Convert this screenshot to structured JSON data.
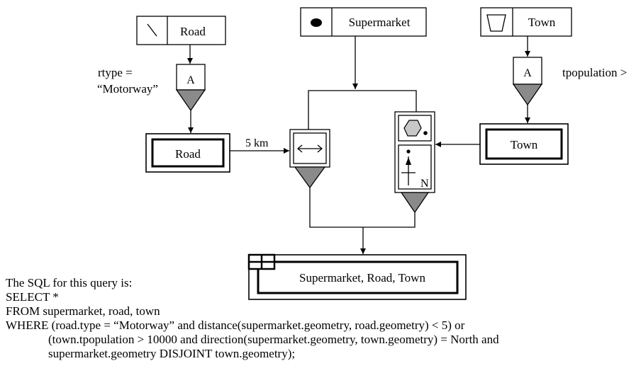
{
  "sources": {
    "road": "Road",
    "supermarket": "Supermarket",
    "town": "Town"
  },
  "filters": {
    "road_operator": "A",
    "town_operator": "A",
    "road_condition_line1": "rtype =",
    "road_condition_line2": "“Motorway”",
    "town_condition": "tpopulation >"
  },
  "results": {
    "road": "Road",
    "town": "Town",
    "final": "Supermarket, Road, Town"
  },
  "join": {
    "distance_label": "5 km",
    "direction_label": "N"
  },
  "sql": {
    "intro": "The SQL for this query is:",
    "select": "SELECT *",
    "from": "FROM supermarket, road, town",
    "where1": "WHERE (road.type = “Motorway” and distance(supermarket.geometry, road.geometry) < 5) or",
    "where2": "(town.tpopulation > 10000 and direction(supermarket.geometry, town.geometry) = North and",
    "where3": "supermarket.geometry DISJOINT town.geometry);"
  },
  "colors": {
    "funnel": "#8a8a8a",
    "polygon": "#c8c8c8",
    "line": "#000000"
  }
}
